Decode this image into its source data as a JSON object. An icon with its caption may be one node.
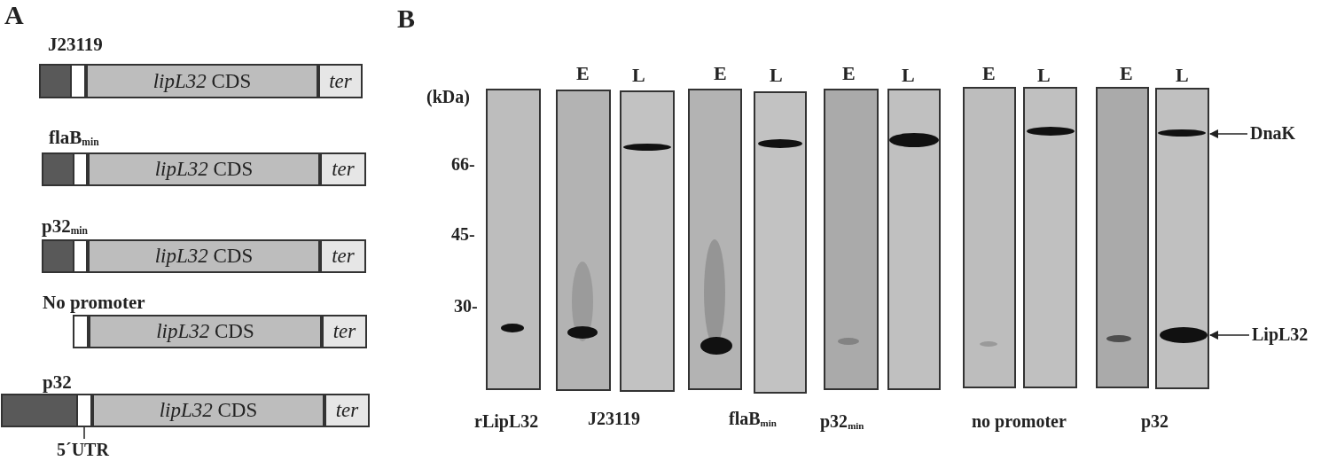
{
  "diagram": {
    "nodes": [
      {
        "text": [],
        "shape": "box"
      },
      {
        "text": [],
        "shape": "box"
      },
      {
        "text": [
          "*lipL32* CDS"
        ]
      },
      {
        "text": [
          "ter"
        ]
      },
      {
        "text": [],
        "shape": "box"
      },
      {
        "text": [],
        "shape": "box"
      },
      {
        "text": [
          "*lipL32* CDS"
        ]
      },
      {
        "text": [
          "ter"
        ]
      },
      {
        "text": [],
        "shape": "box"
      },
      {
        "text": [],
        "shape": "box"
      },
      {
        "text": [
          "*lipL32* CDS"
        ]
      },
      {
        "text": [
          "ter"
        ]
      },
      {
        "text": [],
        "shape": "box"
      },
      {
        "text": [
          "*lipL32* CDS"
        ]
      },
      {
        "text": [
          "ter"
        ]
      },
      {
        "text": [],
        "shape": "box"
      },
      {
        "text": [],
        "shape": "box"
      },
      {
        "text": [
          "*lipL32* CDS"
        ]
      },
      {
        "text": [
          "ter"
        ]
      },
      {
        "text": [
          "5´UTR"
        ]
      },
      {
        "text": [],
        "shape": "picture"
      },
      {
        "text": [
          "DnaK"
        ]
      },
      {
        "text": [
          "LipL32"
        ]
      }
    ],
    "edges": [
      {
        "from": 19,
        "to": 16,
        "arrow": "none"
      },
      {
        "from": 21,
        "to": 20,
        "arrow": "to"
      },
      {
        "from": 22,
        "to": 20,
        "arrow": "to"
      }
    ],
    "labels": [
      "A",
      "J23119",
      "flaB$_{min}$",
      "p32$_{min}$",
      "No promoter",
      "p32",
      "B",
      "E",
      "L",
      "E",
      "L",
      "E",
      "L",
      "E",
      "L",
      "E",
      "L",
      "(kDa)",
      "66-",
      "45-",
      "30-",
      "rLipL32",
      "J23119",
      "flaB$_{min}$",
      "p32$_{min}$",
      "no promoter",
      "p32"
    ]
  }
}
